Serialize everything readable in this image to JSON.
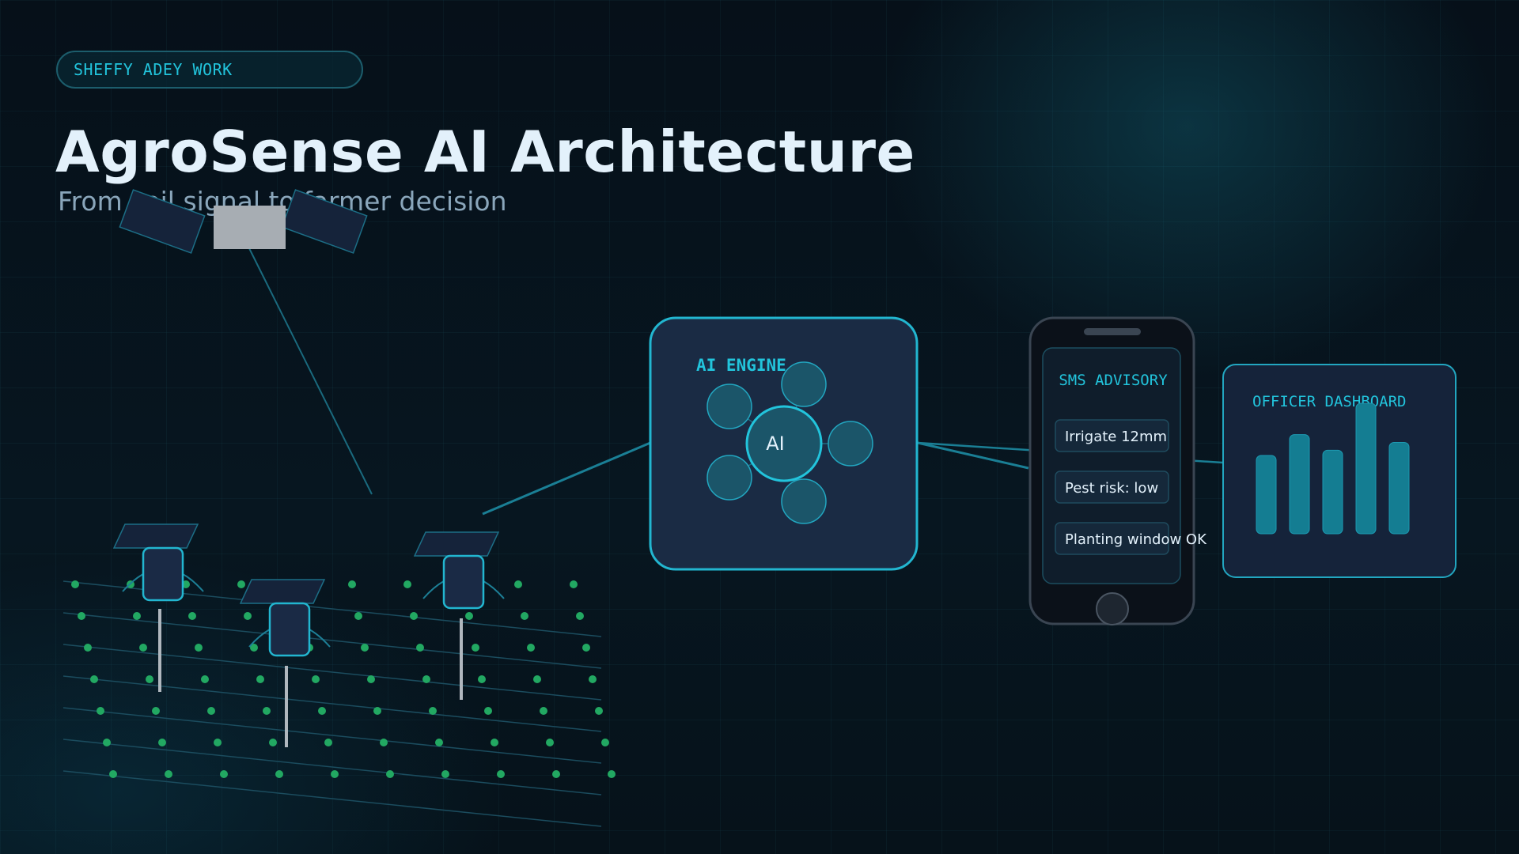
{
  "header": {
    "badge": "SHEFFY ADEY WORK",
    "title": "AgroSense AI Architecture",
    "subtitle": "From soil signal to farmer decision"
  },
  "ai_engine": {
    "label": "AI ENGINE",
    "core_label": "AI"
  },
  "sms": {
    "label": "SMS ADVISORY",
    "messages": [
      "Irrigate 12mm",
      "Pest risk: low",
      "Planting window OK"
    ]
  },
  "dashboard": {
    "label": "OFFICER DASHBOARD",
    "bar_levels": [
      0.6,
      0.76,
      0.64,
      1.0,
      0.7
    ]
  },
  "colors": {
    "accent": "#22c4dc",
    "crop_dot": "#22a862",
    "panel": "#15233a"
  }
}
